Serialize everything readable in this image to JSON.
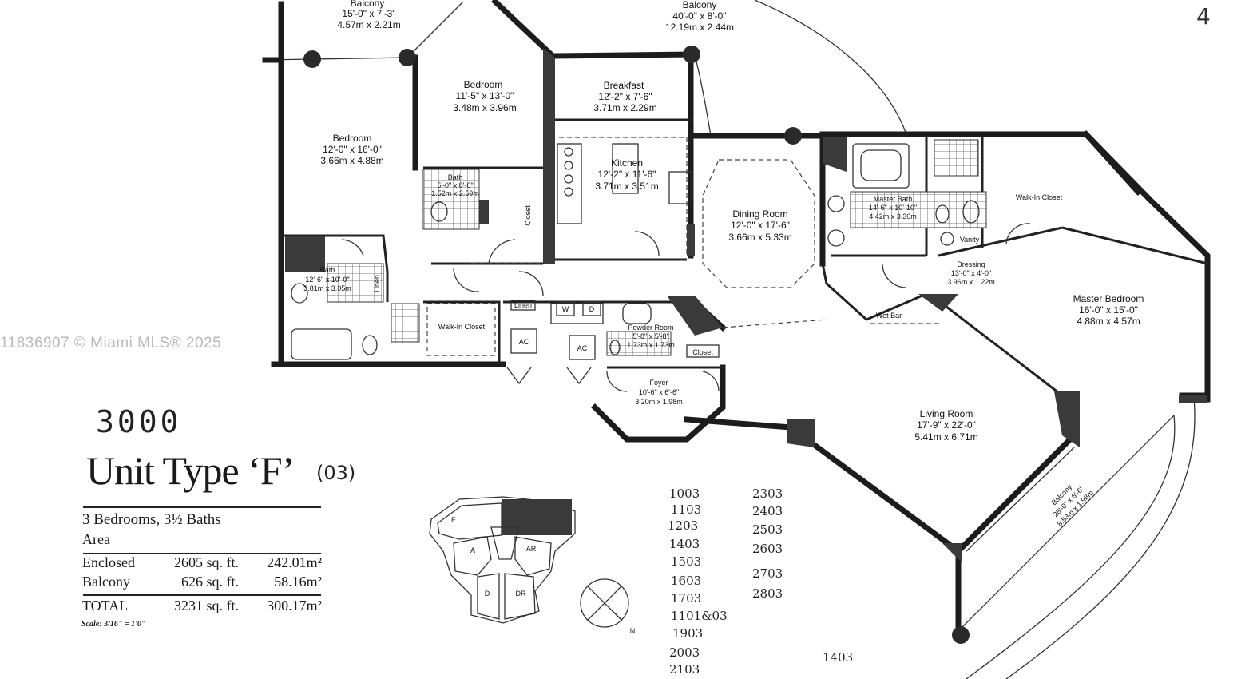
{
  "watermark": "11836907 © Miami MLS® 2025",
  "handwritten": {
    "unit_number": "3000",
    "unit_code": "(03)",
    "corner_mark": "4",
    "units_left": [
      "1003",
      "1103",
      "1203",
      "1403",
      "1503",
      "1603",
      "1703",
      "1101&03",
      "1903",
      "2003",
      "2103"
    ],
    "units_right": [
      "2303",
      "2403",
      "2503",
      "2603",
      "2703",
      "2803"
    ],
    "bottom": "1403"
  },
  "unit": {
    "title": "Unit Type ‘F’",
    "description": "3 Bedrooms, 3½ Baths",
    "area_label": "Area",
    "rows": [
      {
        "name": "Enclosed",
        "sqft": "2605 sq. ft.",
        "sqm": "242.01m²"
      },
      {
        "name": "Balcony",
        "sqft": "626 sq. ft.",
        "sqm": "58.16m²"
      }
    ],
    "total": {
      "name": "TOTAL",
      "sqft": "3231 sq. ft.",
      "sqm": "300.17m²"
    },
    "scale": "Scale: 3/16\" = 1'0\""
  },
  "rooms": {
    "balcony_nw": {
      "name": "Balcony",
      "imperial": "15'-0\" x 7'-3\"",
      "metric": "4.57m x 2.21m"
    },
    "balcony_n": {
      "name": "Balcony",
      "imperial": "40'-0\" x 8'-0\"",
      "metric": "12.19m x 2.44m"
    },
    "bedroom_2": {
      "name": "Bedroom",
      "imperial": "11'-5\" x 13'-0\"",
      "metric": "3.48m x 3.96m"
    },
    "breakfast": {
      "name": "Breakfast",
      "imperial": "12'-2\" x 7'-6\"",
      "metric": "3.71m x 2.29m"
    },
    "bedroom_3": {
      "name": "Bedroom",
      "imperial": "12'-0\" x 16'-0\"",
      "metric": "3.66m x 4.88m"
    },
    "bath_upper": {
      "name": "Bath",
      "imperial": "5'-0\" x 8'-6\"",
      "metric": "1.52m x 2.59m"
    },
    "kitchen": {
      "name": "Kitchen",
      "imperial": "12'-2\" x 11'-6\"",
      "metric": "3.71m x 3.51m"
    },
    "dining": {
      "name": "Dining Room",
      "imperial": "12'-0\" x 17'-6\"",
      "metric": "3.66m x 5.33m"
    },
    "master_bath": {
      "name": "Master Bath",
      "imperial": "14'-6\" x 10'-10\"",
      "metric": "4.42m x 3.30m"
    },
    "walk_in_closet_master": {
      "name": "Walk-In Closet"
    },
    "vanity": {
      "name": "Vanity"
    },
    "dressing": {
      "name": "Dressing",
      "imperial": "13'-0\" x 4'-0\"",
      "metric": "3.96m x 1.22m"
    },
    "master_bedroom": {
      "name": "Master Bedroom",
      "imperial": "16'-0\" x 15'-0\"",
      "metric": "4.88m x 4.57m"
    },
    "wet_bar": {
      "name": "Wet Bar"
    },
    "bath_lower": {
      "name": "Bath",
      "imperial": "12'-6\" x 10'-0\"",
      "metric": "3.81m x 3.05m"
    },
    "linen_1": {
      "name": "Linen"
    },
    "linen_2": {
      "name": "Linen"
    },
    "walk_in_closet": {
      "name": "Walk-In Closet"
    },
    "closet_1": {
      "name": "Closet"
    },
    "closet_2": {
      "name": "Closet"
    },
    "ac_1": {
      "name": "AC"
    },
    "ac_2": {
      "name": "AC"
    },
    "washer": {
      "name": "W"
    },
    "dryer": {
      "name": "D"
    },
    "powder_room": {
      "name": "Powder Room",
      "imperial": "5'-8\" x 5'-8\"",
      "metric": "1.73m x 1.73m"
    },
    "foyer": {
      "name": "Foyer",
      "imperial": "10'-6\" x 6'-6\"",
      "metric": "3.20m x 1.98m"
    },
    "living_room": {
      "name": "Living Room",
      "imperial": "17'-9\" x 22'-0\"",
      "metric": "5.41m x 6.71m"
    },
    "balcony_se": {
      "name": "Balcony",
      "imperial": "28'-0\" x 6'-6\"",
      "metric": "8.53m x 1.98m"
    }
  },
  "key_plan": {
    "labels": [
      "E",
      "A",
      "AR",
      "D",
      "DR"
    ],
    "north": "N"
  }
}
